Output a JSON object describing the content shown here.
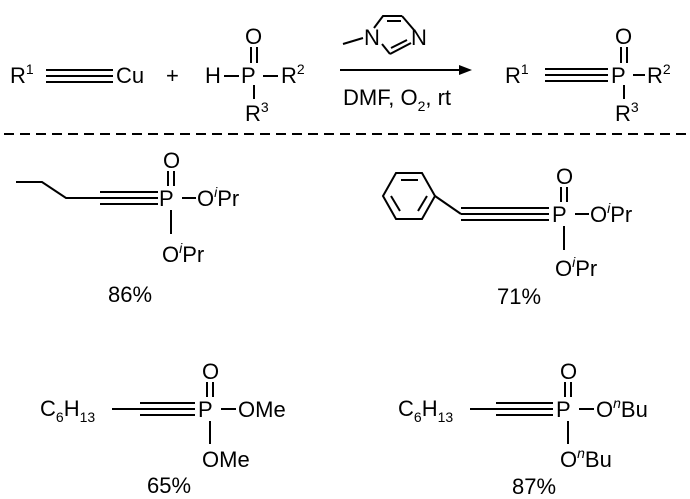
{
  "reaction": {
    "reactant1": {
      "r_label": "R",
      "r_sup": "1",
      "metal": "Cu"
    },
    "plus": "+",
    "reactant2": {
      "h_label": "H",
      "p_label": "P",
      "o_label": "O",
      "r2_label": "R",
      "r2_sup": "2",
      "r3_label": "R",
      "r3_sup": "3"
    },
    "catalyst": {
      "n1_label": "N",
      "n3_label": "N"
    },
    "conditions": {
      "dmf": "DMF, O",
      "o2_sub": "2",
      "rt": ", rt"
    },
    "product": {
      "r1_label": "R",
      "r1_sup": "1",
      "p_label": "P",
      "o_label": "O",
      "r2_label": "R",
      "r2_sup": "2",
      "r3_label": "R",
      "r3_sup": "3"
    }
  },
  "examples": [
    {
      "id": "pentynyl-diisopropyl",
      "p_label": "P",
      "o_label": "O",
      "ester1": {
        "o": "O",
        "sup": "i",
        "group": "Pr"
      },
      "ester2": {
        "o": "O",
        "sup": "i",
        "group": "Pr"
      },
      "yield": "86%"
    },
    {
      "id": "phenylethynyl-diisopropyl",
      "p_label": "P",
      "o_label": "O",
      "ester1": {
        "o": "O",
        "sup": "i",
        "group": "Pr"
      },
      "ester2": {
        "o": "O",
        "sup": "i",
        "group": "Pr"
      },
      "yield": "71%"
    },
    {
      "id": "octynyl-dimethyl",
      "chain": {
        "c": "C",
        "c_sub": "6",
        "h": "H",
        "h_sub": "13"
      },
      "p_label": "P",
      "o_label": "O",
      "ester1": {
        "text": "OMe"
      },
      "ester2": {
        "text": "OMe"
      },
      "yield": "65%"
    },
    {
      "id": "octynyl-dibutyl",
      "chain": {
        "c": "C",
        "c_sub": "6",
        "h": "H",
        "h_sub": "13"
      },
      "p_label": "P",
      "o_label": "O",
      "ester1": {
        "o": "O",
        "sup": "n",
        "group": "Bu"
      },
      "ester2": {
        "o": "O",
        "sup": "n",
        "group": "Bu"
      },
      "yield": "87%"
    }
  ]
}
